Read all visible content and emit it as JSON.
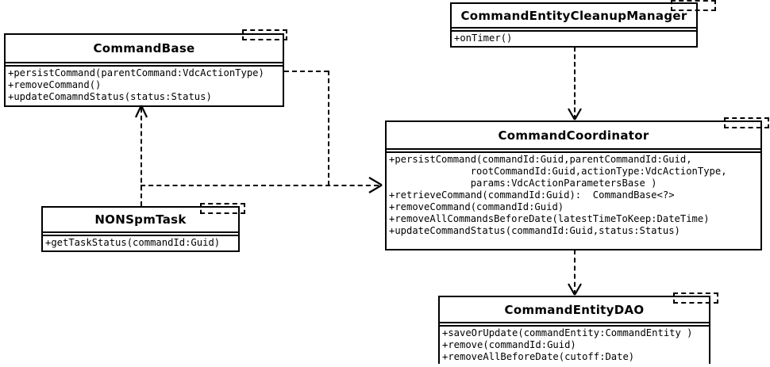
{
  "diagram": {
    "title": "Command framework UML class diagram",
    "background_color": "#ffffff",
    "line_color": "#000000"
  },
  "classes": [
    {
      "id": "command-base",
      "name": "CommandBase",
      "operations": [
        "+persistCommand(parentCommand:VdcActionType)",
        "+removeCommand()",
        "+updateComamndStatus(status:Status)"
      ]
    },
    {
      "id": "nonspm-task",
      "name": "NONSpmTask",
      "operations": [
        "+getTaskStatus(commandId:Guid)"
      ]
    },
    {
      "id": "command-entity-cleanup-manager",
      "name": "CommandEntityCleanupManager",
      "operations": [
        "+onTimer()"
      ]
    },
    {
      "id": "command-coordinator",
      "name": "CommandCoordinator",
      "operations": [
        "+persistCommand(commandId:Guid,parentCommandId:Guid,",
        "              rootCommandId:Guid,actionType:VdcActionType,",
        "              params:VdcActionParametersBase )",
        "+retrieveCommand(commandId:Guid):  CommandBase<?>",
        "+removeCommand(commandId:Guid)",
        "+removeAllCommandsBeforeDate(latestTimeToKeep:DateTime)",
        "+updateCommandStatus(commandId:Guid,status:Status)"
      ]
    },
    {
      "id": "command-entity-dao",
      "name": "CommandEntityDAO",
      "operations": [
        "+saveOrUpdate(commandEntity:CommandEntity )",
        "+remove(commandId:Guid)",
        "+removeAllBeforeDate(cutoff:Date)"
      ]
    }
  ],
  "relationships": [
    {
      "id": "nonspmtask-realizes-commandbase",
      "from": "nonspm-task",
      "to": "command-base",
      "kind": "realization",
      "line_style": "dashed",
      "arrow": "hollow-triangle"
    },
    {
      "id": "nonspmtask-uses-commandcoordinator",
      "from": "nonspm-task",
      "to": "command-coordinator",
      "kind": "dependency",
      "line_style": "dashed",
      "arrow": "open"
    },
    {
      "id": "commandbase-uses-commandcoordinator",
      "from": "command-base",
      "to": "command-coordinator",
      "kind": "dependency",
      "line_style": "dashed",
      "arrow": "open"
    },
    {
      "id": "cleanupmanager-uses-commandcoordinator",
      "from": "command-entity-cleanup-manager",
      "to": "command-coordinator",
      "kind": "dependency",
      "line_style": "dashed",
      "arrow": "open"
    },
    {
      "id": "commandcoordinator-uses-commandentitydao",
      "from": "command-coordinator",
      "to": "command-entity-dao",
      "kind": "dependency",
      "line_style": "dashed",
      "arrow": "open"
    }
  ]
}
